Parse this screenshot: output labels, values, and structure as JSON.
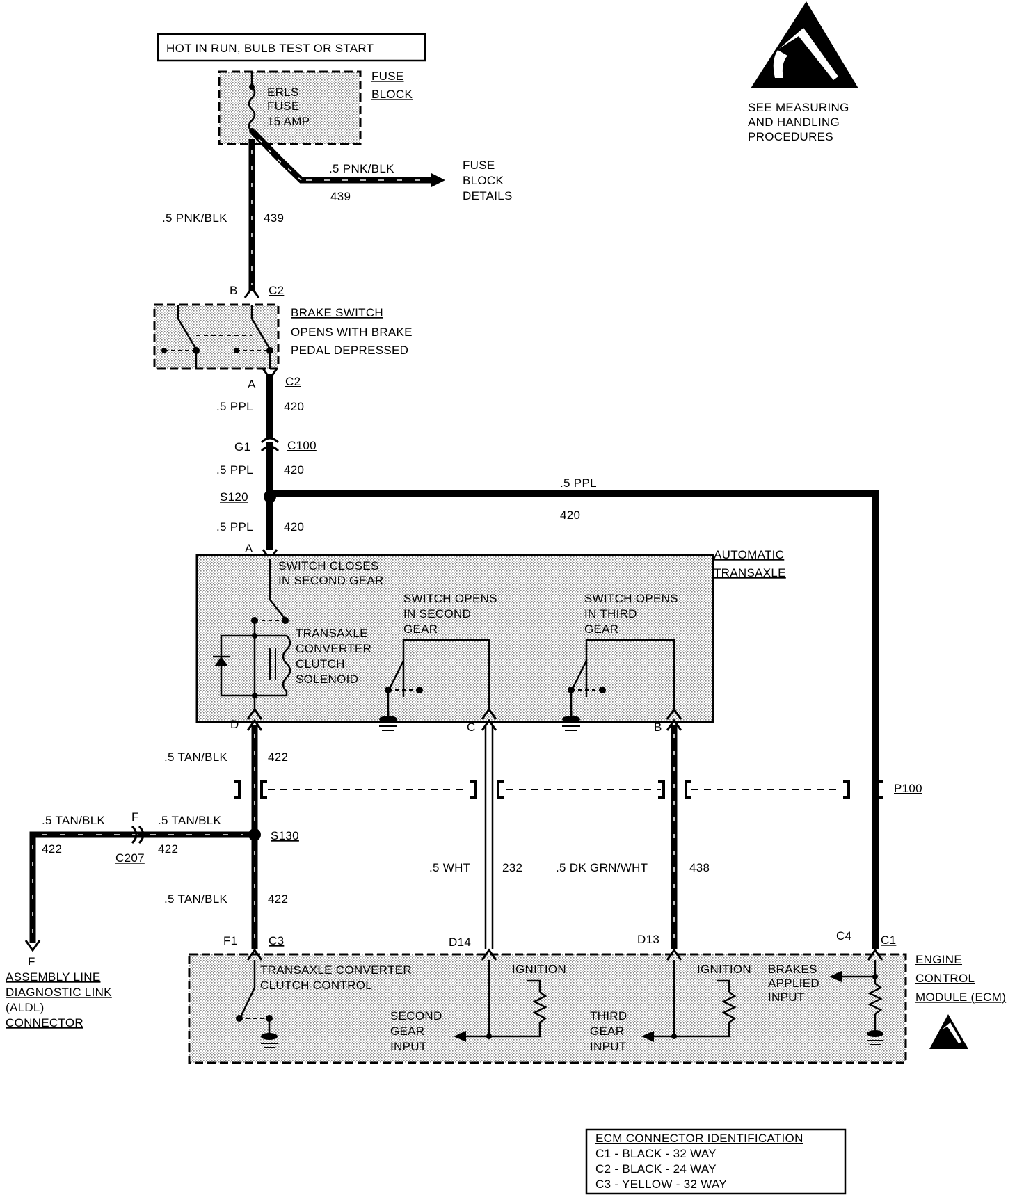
{
  "header": {
    "power_label": "HOT IN RUN, BULB TEST OR START",
    "esd_caption": [
      "SEE MEASURING",
      "AND HANDLING",
      "PROCEDURES"
    ]
  },
  "fuse_block": {
    "title": [
      "FUSE",
      "BLOCK"
    ],
    "fuse_lines": [
      "ERLS",
      "FUSE",
      "15 AMP"
    ],
    "branch_wire": ".5 PNK/BLK",
    "branch_circuit": "439",
    "details": [
      "FUSE",
      "BLOCK",
      "DETAILS"
    ]
  },
  "wire_439": {
    "label": ".5 PNK/BLK",
    "circuit": "439"
  },
  "brake_switch": {
    "top_pin": "B",
    "top_conn": "C2",
    "bottom_pin": "A",
    "bottom_conn": "C2",
    "title": "BRAKE SWITCH",
    "lines": [
      "OPENS WITH BRAKE",
      "PEDAL DEPRESSED"
    ]
  },
  "wire_420": {
    "label": ".5 PPL",
    "circuit": "420",
    "c100_pin": "G1",
    "c100": "C100",
    "splice": "S120",
    "trans_pin": "A"
  },
  "automatic_transaxle": {
    "title": [
      "AUTOMATIC",
      "TRANSAXLE"
    ],
    "switch_second": [
      "SWITCH CLOSES",
      "IN SECOND GEAR"
    ],
    "solenoid": [
      "TRANSAXLE",
      "CONVERTER",
      "CLUTCH",
      "SOLENOID"
    ],
    "switch_opens_second": [
      "SWITCH OPENS",
      "IN SECOND",
      "GEAR"
    ],
    "switch_opens_third": [
      "SWITCH OPENS",
      "IN THIRD",
      "GEAR"
    ],
    "pin_d": "D",
    "pin_c": "C",
    "pin_b": "B"
  },
  "lower_wires": {
    "tan_label": ".5 TAN/BLK",
    "tan_circuit": "422",
    "wht_label": ".5 WHT",
    "wht_circuit": "232",
    "grn_label": ".5 DK GRN/WHT",
    "grn_circuit": "438",
    "p100": "P100",
    "s130": "S130",
    "c207_pin": "F",
    "c207": "C207"
  },
  "aldl": {
    "pin": "F",
    "lines": [
      "ASSEMBLY LINE",
      "DIAGNOSTIC LINK",
      "(ALDL)",
      "CONNECTOR"
    ]
  },
  "ecm": {
    "pin_f1": "F1",
    "conn_c3": "C3",
    "pin_d14": "D14",
    "pin_d13": "D13",
    "pin_c4": "C4",
    "conn_c1": "C1",
    "tcc_control": [
      "TRANSAXLE CONVERTER",
      "CLUTCH CONTROL"
    ],
    "ignition": "IGNITION",
    "second_input": [
      "SECOND",
      "GEAR",
      "INPUT"
    ],
    "third_input": [
      "THIRD",
      "GEAR",
      "INPUT"
    ],
    "brakes_input": [
      "BRAKES",
      "APPLIED",
      "INPUT"
    ],
    "title": [
      "ENGINE",
      "CONTROL",
      "MODULE (ECM)"
    ]
  },
  "connector_id": {
    "title": "ECM CONNECTOR IDENTIFICATION",
    "rows": [
      "C1 - BLACK - 32 WAY",
      "C2 - BLACK - 24 WAY",
      "C3 - YELLOW - 32 WAY"
    ]
  }
}
